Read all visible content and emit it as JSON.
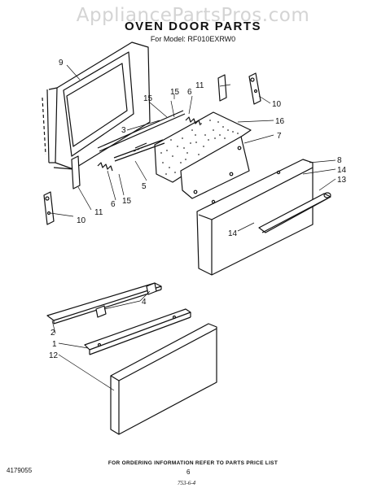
{
  "watermark": "AppliancePartsPros.com",
  "header": {
    "title": "OVEN DOOR PARTS",
    "model": "For Model: RF010EXRW0"
  },
  "callouts": {
    "c1": "1",
    "c2": "2",
    "c3": "3",
    "c4": "4",
    "c5": "5",
    "c6a": "6",
    "c6b": "6",
    "c7": "7",
    "c8": "8",
    "c9": "9",
    "c10a": "10",
    "c10b": "10",
    "c11a": "11",
    "c11b": "11",
    "c12": "12",
    "c13": "13",
    "c14a": "14",
    "c14b": "14",
    "c15a": "15",
    "c15b": "15",
    "c16": "16"
  },
  "footer": {
    "note": "FOR ORDERING INFORMATION REFER TO PARTS PRICE LIST",
    "doc_number": "4179055",
    "page_number": "6",
    "revision": "753-6-4"
  }
}
